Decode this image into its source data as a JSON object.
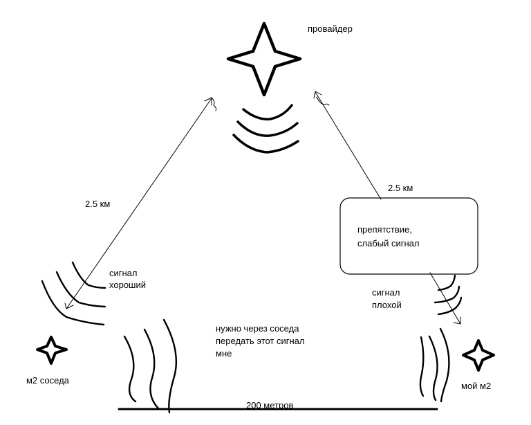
{
  "labels": {
    "provider": "провайдер",
    "distance_left": "2.5 км",
    "distance_right": "2.5 км",
    "obstacle_line1": "препятствие,",
    "obstacle_line2": "слабый сигнал",
    "signal_good_line1": "сигнал",
    "signal_good_line2": "хороший",
    "signal_bad_line1": "сигнал",
    "signal_bad_line2": "плохой",
    "note_line1": "нужно через соседа",
    "note_line2": "передать этот сигнал",
    "note_line3": "мне",
    "neighbor_m2": "м2 соседа",
    "my_m2": "мой м2",
    "distance_bottom": "200 метров"
  },
  "nodes": [
    {
      "id": "provider",
      "icon": "four-point-star-icon"
    },
    {
      "id": "neighbor",
      "icon": "four-point-star-icon"
    },
    {
      "id": "me",
      "icon": "four-point-star-icon"
    }
  ],
  "colors": {
    "stroke": "#000000",
    "background": "#ffffff"
  }
}
